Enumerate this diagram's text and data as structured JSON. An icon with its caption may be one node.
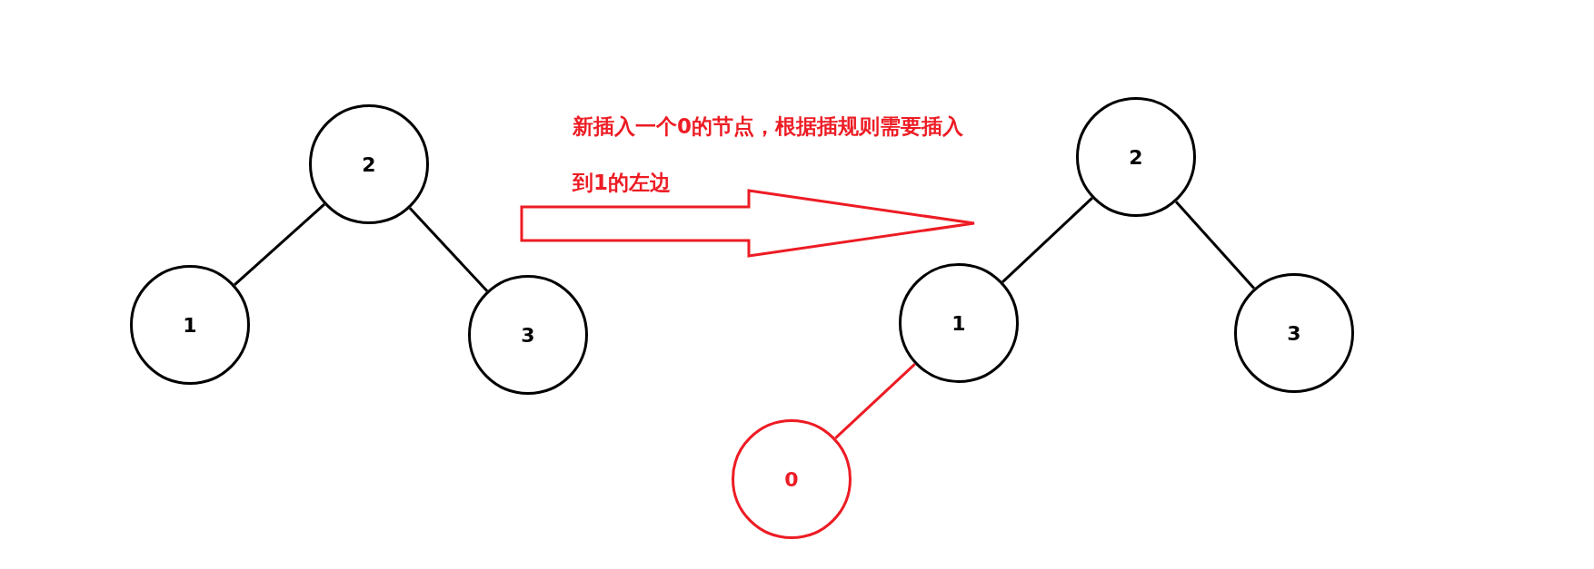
{
  "diagram": {
    "nodes": [
      {
        "text": [
          "2"
        ]
      },
      {
        "text": [
          "1"
        ]
      },
      {
        "text": [
          "3"
        ]
      },
      {
        "text": [
          "2"
        ]
      },
      {
        "text": [
          "1"
        ]
      },
      {
        "text": [
          "3"
        ]
      },
      {
        "text": [
          "0"
        ]
      }
    ],
    "edges": [
      {
        "from": 0,
        "to": 1,
        "arrow": "none"
      },
      {
        "from": 0,
        "to": 2,
        "arrow": "none"
      },
      {
        "from": 3,
        "to": 4,
        "arrow": "none"
      },
      {
        "from": 3,
        "to": 5,
        "arrow": "none"
      },
      {
        "from": 4,
        "to": 6,
        "arrow": "none",
        "color": "#ed1c24"
      }
    ],
    "labels": [
      "新插入一个0的节点，根据插规则需要插入到1的左边"
    ]
  }
}
